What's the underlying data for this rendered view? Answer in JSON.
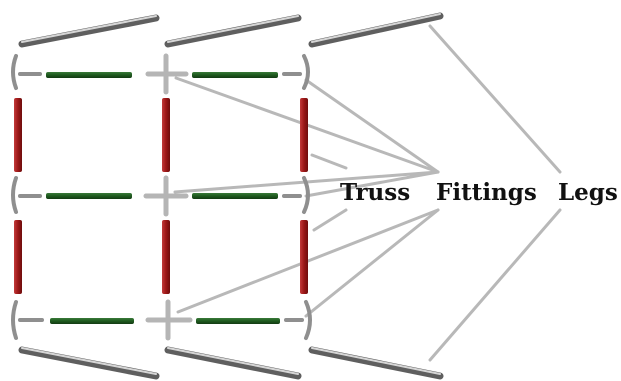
{
  "labels": {
    "truss": "Truss",
    "fittings": "Fittings",
    "legs": "Legs"
  },
  "colors": {
    "background": "#ffffff",
    "truss_horizontal": "#1f5a1f",
    "truss_vertical": "#9b1717",
    "leg": "#8a8a8a",
    "fitting": "#b5b5b5",
    "leader_line": "#b8b8b8",
    "label_text": "#111111"
  }
}
